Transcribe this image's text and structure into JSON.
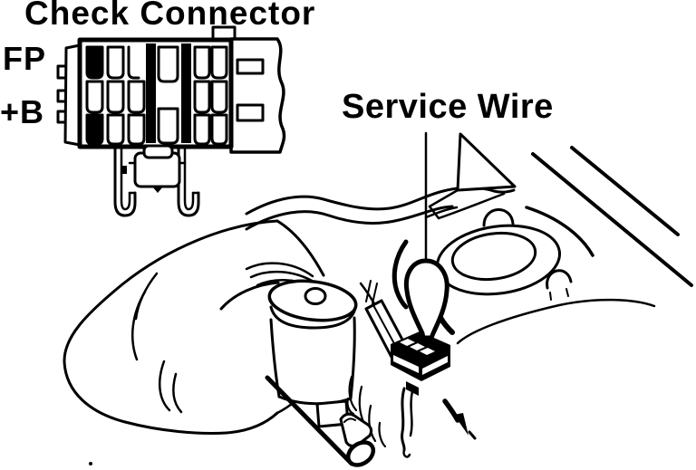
{
  "diagram": {
    "background_color": "#ffffff",
    "line_color": "#000000",
    "check_connector": {
      "title": "Check Connector",
      "fp_label": "FP",
      "plus_b_label": "+B",
      "highlighted_terminals": [
        "FP",
        "+B"
      ]
    },
    "service_wire": {
      "label": "Service Wire"
    }
  }
}
